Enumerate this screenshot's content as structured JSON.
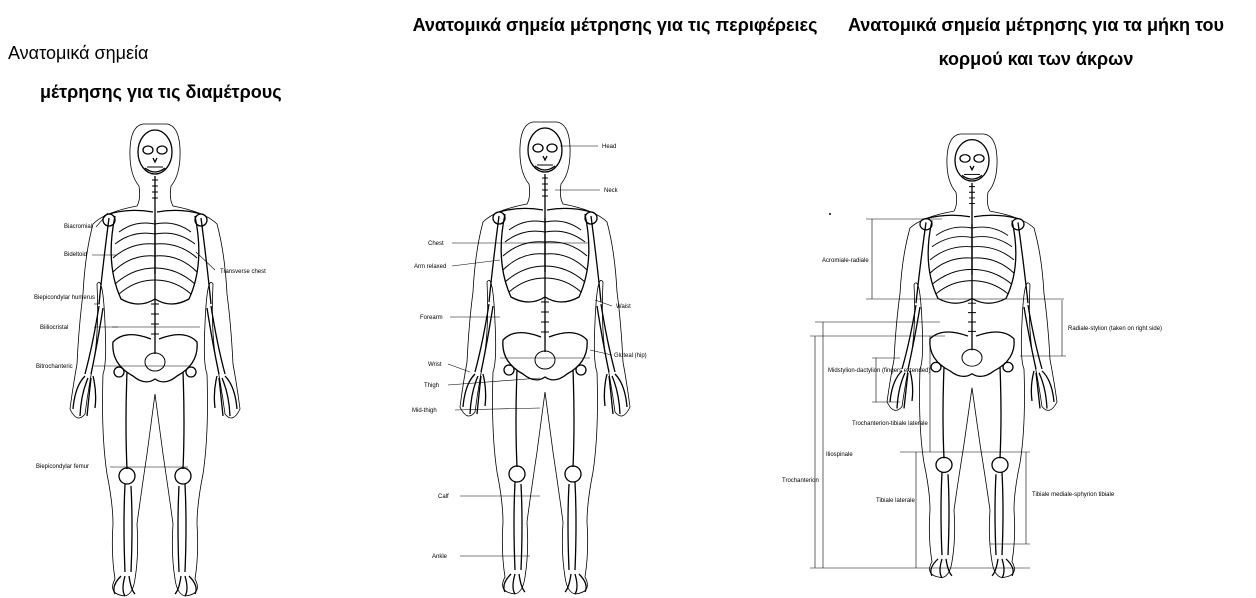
{
  "titles": {
    "diameters_line1": "Ανατομικά σημεία",
    "diameters_line2": "μέτρησης για τις διαμέτρους",
    "circumferences": "Ανατομικά σημεία μέτρησης για τις περιφέρειες",
    "lengths": "Ανατομικά σημεία μέτρησης για τα μήκη του κορμού και των άκρων"
  },
  "diameters": {
    "labels": [
      "Biacromial",
      "Bideltoid",
      "Transverse chest",
      "Biepicondylar humerus",
      "Biiliocristal",
      "Bitrochanteric",
      "Biepicondylar femur"
    ]
  },
  "circumferences": {
    "labels": [
      "Head",
      "Neck",
      "Chest",
      "Arm relaxed",
      "Waist",
      "Forearm",
      "Wrist",
      "Gluteal (hip)",
      "Thigh",
      "Mid-thigh",
      "Calf",
      "Ankle"
    ]
  },
  "lengths": {
    "labels": [
      "Acromiale-radiale",
      "Radiale-stylion (taken on right side)",
      "Midstylion-dactylion (fingers extended)",
      "Trochanterion-tibiale laterale",
      "Iliospinale",
      "Trochanterion",
      "Tibiale laterale",
      "Tibiale mediale-sphyrion tibiale"
    ]
  },
  "colors": {
    "text": "#000000",
    "background": "#ffffff"
  }
}
